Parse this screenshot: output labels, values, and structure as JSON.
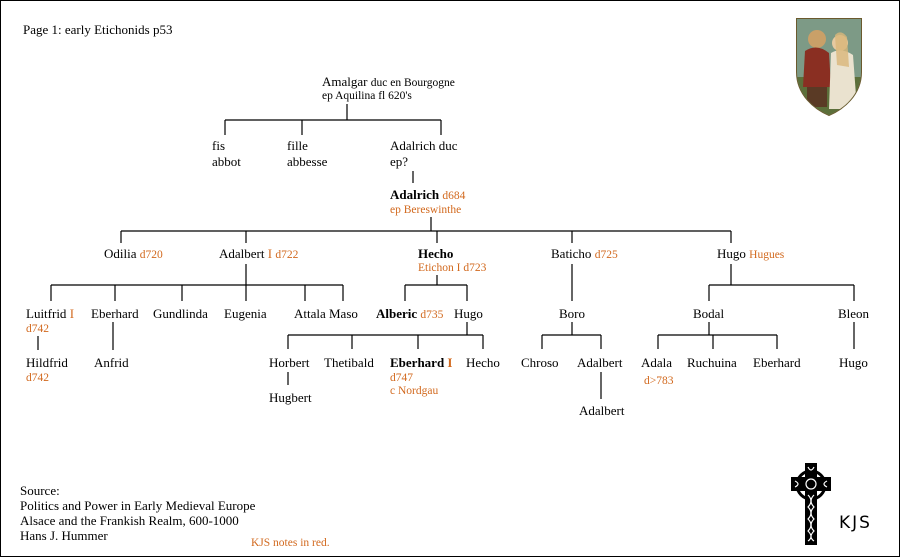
{
  "page_title": "Page 1: early Etichonids p53",
  "colors": {
    "note": "#d2691e",
    "line": "#000000"
  },
  "gen0": {
    "amalgar": "Amalgar",
    "amalgar_title": "duc en Bourgogne",
    "amalgar_spouse": "ep Aquilina fl 620's"
  },
  "gen1": {
    "fis_1": "fis",
    "fis_2": "abbot",
    "fille_1": "fille",
    "fille_2": "abbesse",
    "adalrich_1": "Adalrich duc",
    "adalrich_2": "ep?"
  },
  "gen1b": {
    "adalrich": "Adalrich",
    "adalrich_date": "d684",
    "adalrich_spouse": "ep Bereswinthe"
  },
  "gen2": {
    "odilia": "Odilia",
    "odilia_date": "d720",
    "adalbert": "Adalbert",
    "adalbert_num": "I",
    "adalbert_date": "d722",
    "hecho": "Hecho",
    "hecho_note": "Etichon I d723",
    "baticho": "Baticho",
    "baticho_date": "d725",
    "hugo": "Hugo",
    "hugo_note": "Hugues"
  },
  "gen3": {
    "luitfrid": "Luitfrid",
    "luitfrid_num": "I",
    "luitfrid_date": "d742",
    "eberhard": "Eberhard",
    "gundlinda": "Gundlinda",
    "eugenia": "Eugenia",
    "attala": "Attala",
    "maso": "Maso",
    "alberic": "Alberic",
    "alberic_date": "d735",
    "hugo": "Hugo",
    "boro": "Boro",
    "bodal": "Bodal",
    "bleon": "Bleon"
  },
  "gen4": {
    "hildfrid": "Hildfrid",
    "hildfrid_date": "d742",
    "anfrid": "Anfrid",
    "horbert": "Horbert",
    "thetibald": "Thetibald",
    "eberhard": "Eberhard",
    "eberhard_num": "I",
    "eberhard_date": "d747",
    "eberhard_spouse": "c Nordgau",
    "hecho": "Hecho",
    "chroso": "Chroso",
    "adalbert": "Adalbert",
    "adala": "Adala",
    "adala_date": "d>783",
    "ruchuina": "Ruchuina",
    "eberhard2": "Eberhard",
    "hugo": "Hugo"
  },
  "gen5": {
    "hugbert": "Hugbert",
    "adalbert": "Adalbert"
  },
  "source": {
    "label": "Source:",
    "line1": "Politics and Power in Early Medieval Europe",
    "line2": "Alsace and the Frankish Realm, 600-1000",
    "line3": "Hans J. Hummer"
  },
  "notes_legend": "KJS notes in red.",
  "logo_text": "KJS",
  "icons": {
    "heraldic": "heraldic-shield-icon",
    "logo": "celtic-cross-icon"
  }
}
